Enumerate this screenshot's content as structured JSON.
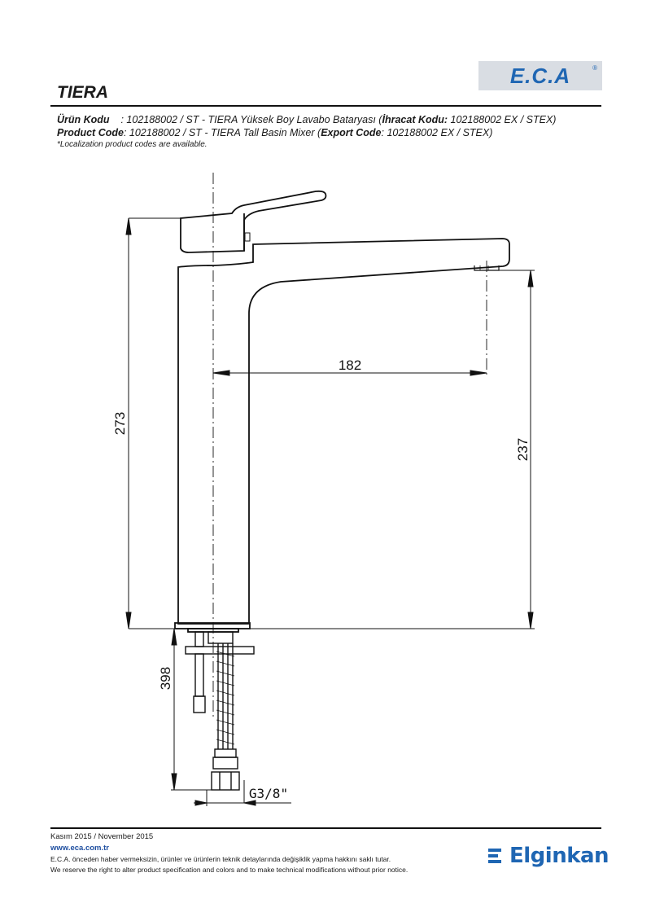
{
  "header": {
    "logo_text": "E.C.A",
    "logo_reg": "®",
    "title": "TIERA"
  },
  "product": {
    "tr_label": "Ürün Kodu",
    "tr_value": "    : 102188002 / ST - TIERA Yüksek Boy Lavabo Bataryası (",
    "tr_export_label": "İhracat Kodu:",
    "tr_export_value": " 102188002 EX / STEX)",
    "en_label": "Product Code",
    "en_value": ": 102188002 / ST - TIERA Tall Basin Mixer (",
    "en_export_label": "Export Code",
    "en_export_value": ": 102188002 EX / STEX)",
    "note": "*Localization product codes are available."
  },
  "dimensions": {
    "reach": "182",
    "total_height": "273",
    "spout_height": "237",
    "hose_length": "398",
    "connection": "G3/8\""
  },
  "footer": {
    "date": "Kasım 2015 / November 2015",
    "url": "www.eca.com.tr",
    "disclaimer_tr": "E.C.A. önceden haber vermeksizin, ürünler ve ürünlerin teknik detaylarında değişiklik yapma hakkını saklı tutar.",
    "disclaimer_en": "We reserve the right to alter product specification and colors and to make technical modifications without prior notice.",
    "brand": "Elginkan"
  }
}
